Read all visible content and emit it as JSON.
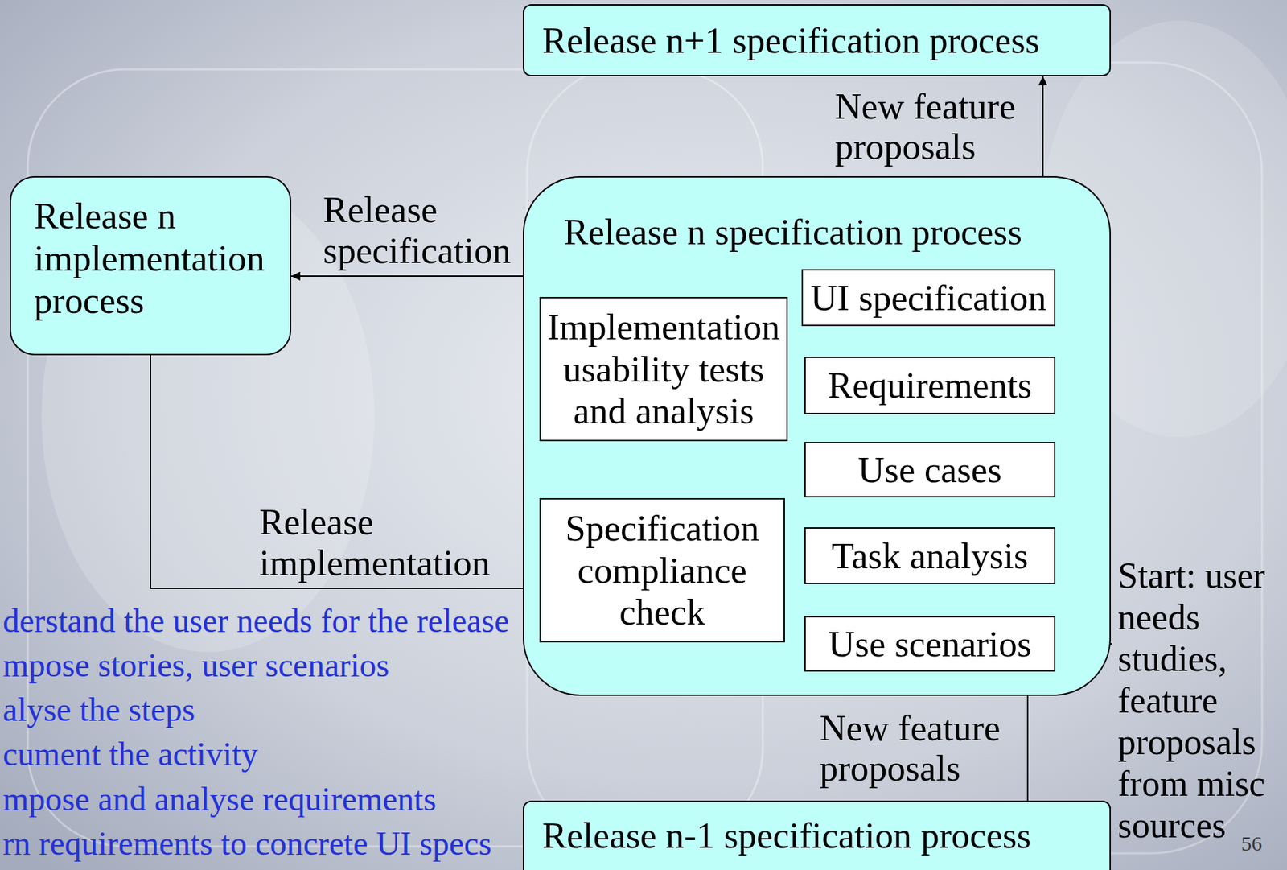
{
  "diagram": {
    "nodes": [
      {
        "text": [
          "Release n+1 specification process"
        ]
      },
      {
        "text": [
          "Release n implementation process"
        ]
      },
      {
        "text": [
          "Release n specification process"
        ]
      },
      {
        "text": [
          "UI specification"
        ],
        "in": 2
      },
      {
        "text": [
          "Requirements"
        ],
        "in": 2
      },
      {
        "text": [
          "Use cases"
        ],
        "in": 2
      },
      {
        "text": [
          "Task analysis"
        ],
        "in": 2
      },
      {
        "text": [
          "Use scenarios"
        ],
        "in": 2
      },
      {
        "text": [
          "Implementation usability tests and analysis"
        ],
        "in": 2
      },
      {
        "text": [
          "Specification compliance check"
        ],
        "in": 2
      },
      {
        "text": [
          "Release n-1 specification process"
        ]
      }
    ],
    "edges": [
      {
        "from": 3,
        "to": 0,
        "label": "New feature proposals",
        "arrow": "to"
      },
      {
        "from": 3,
        "to": 1,
        "label": "Release specification",
        "arrow": "to"
      },
      {
        "from": 1,
        "to": 9,
        "label": "Release implementation",
        "arrow": "to"
      },
      {
        "from": 9,
        "to": 8,
        "arrow": "to"
      },
      {
        "from": 8,
        "to": 3,
        "arrow": "to"
      },
      {
        "from": 4,
        "to": 3,
        "arrow": "to"
      },
      {
        "from": 5,
        "to": 4,
        "arrow": "to"
      },
      {
        "from": 6,
        "to": 5,
        "arrow": "to"
      },
      {
        "from": 7,
        "to": 6,
        "arrow": "to"
      },
      {
        "from": 10,
        "to": 7,
        "label": "New feature proposals",
        "arrow": "to"
      }
    ],
    "labels": [
      "derstand the user needs for the release",
      "mpose stories, user scenarios",
      "alyse the steps",
      "cument the activity",
      "mpose and analyse requirements",
      "rn requirements to concrete UI specs",
      "Start: user needs studies, feature proposals from misc sources",
      "56"
    ]
  }
}
